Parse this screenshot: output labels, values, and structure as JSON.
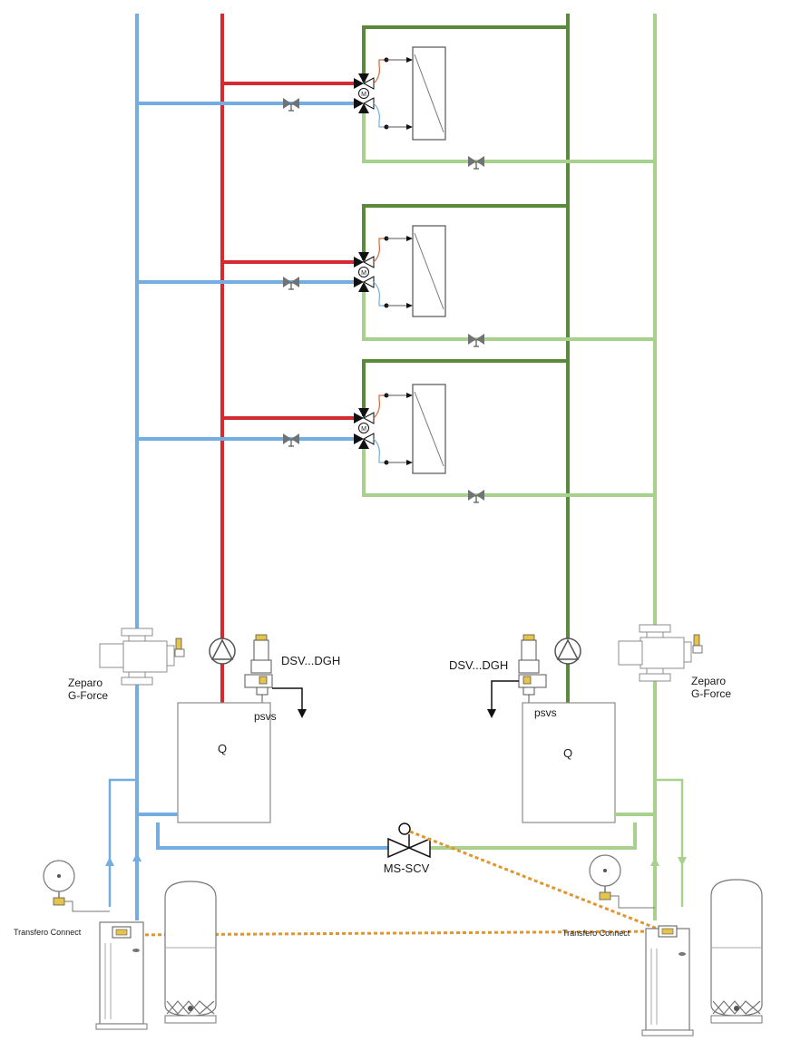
{
  "labels": {
    "zeparo_left_1": "Zeparo",
    "zeparo_left_2": "G-Force",
    "zeparo_right_1": "Zeparo",
    "zeparo_right_2": "G-Force",
    "dsv_left": "DSV...DGH",
    "dsv_right": "DSV...DGH",
    "psvs_left": "psvs",
    "psvs_right": "psvs",
    "q_left": "Q",
    "q_right": "Q",
    "ms_scv": "MS-SCV",
    "transfero_left": "Transfero Connect",
    "transfero_right": "Transfero Connect",
    "motor": "M"
  },
  "colors": {
    "supply_hot": "#d42a31",
    "return_hot": "#74aee0",
    "supply_cold": "#5a8a3c",
    "return_cold": "#a9d18e",
    "signal": "#e0962e",
    "equipment_line": "#8c8c8c",
    "valve_fill": "#6f7378"
  },
  "icons": [
    "three-way-motor-valve-icon",
    "balancing-valve-icon",
    "pump-icon",
    "pressure-gauge-icon",
    "safety-valve-icon",
    "expansion-vessel-icon"
  ]
}
